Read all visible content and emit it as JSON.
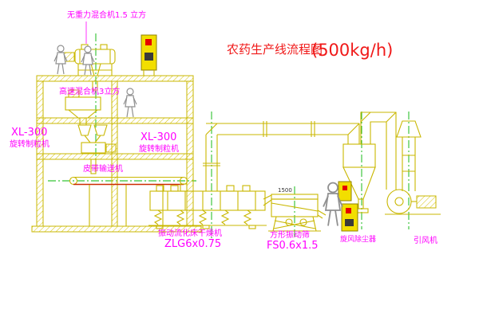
{
  "title": {
    "name": "农药生产线流程图",
    "capacity": "(500kg/h)"
  },
  "labels": {
    "top_mixer": "无重力混合机1.5 立方",
    "high_speed_mixer": "高速混合机3立方",
    "granulator_left_model": "XL-300",
    "granulator_left_name": "旋转制粒机",
    "granulator_center_model": "XL-300",
    "granulator_center_name": "旋转制粒机",
    "belt_conveyor": "皮带输送机",
    "dryer_name": "振动流化床干燥机",
    "dryer_model": "ZLG6x0.75",
    "sieve_name": "方形振动筛",
    "sieve_model": "FS0.6x1.5",
    "cyclone": "旋风除尘器",
    "fan": "引风机",
    "sieve_dim": "1500"
  },
  "colors": {
    "cad_line_yellow": "#c9b700",
    "cabinet_yellow": "#f2de00",
    "label_magenta": "#ff00ff",
    "title_red": "#f01818",
    "centerline_green": "#00b400",
    "belt_red": "#cc2a00"
  }
}
